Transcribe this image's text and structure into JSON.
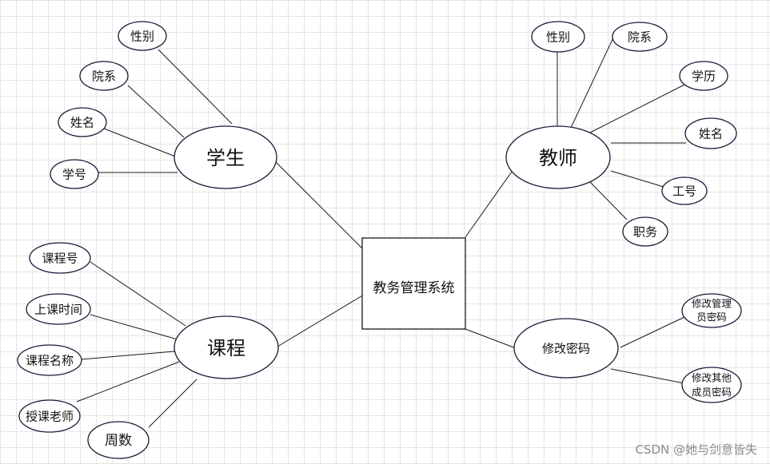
{
  "center": {
    "label": "教务管理系统"
  },
  "entities": {
    "student": {
      "label": "学生",
      "attributes": {
        "gender": "性别",
        "department": "院系",
        "name": "姓名",
        "student_id": "学号"
      }
    },
    "teacher": {
      "label": "教师",
      "attributes": {
        "gender": "性别",
        "department": "院系",
        "education": "学历",
        "name": "姓名",
        "staff_id": "工号",
        "position": "职务"
      }
    },
    "course": {
      "label": "课程",
      "attributes": {
        "course_id": "课程号",
        "class_time": "上课时间",
        "course_name": "课程名称",
        "instructor": "授课老师",
        "weeks": "周数"
      }
    },
    "change_password": {
      "label": "修改密码",
      "attributes": {
        "admin_password_line1": "修改管理",
        "admin_password_line2": "员密码",
        "other_password_line1": "修改其他",
        "other_password_line2": "成员密码"
      }
    }
  },
  "watermark": "CSDN @她与剑意皆失"
}
